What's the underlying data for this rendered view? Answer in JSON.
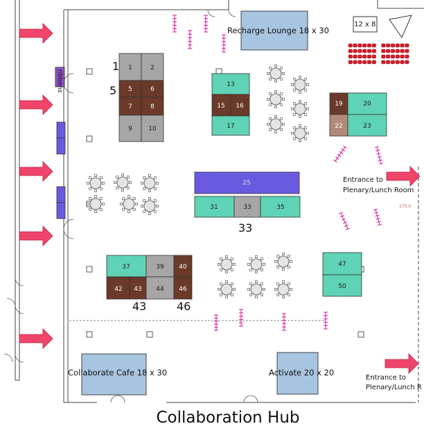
{
  "title": "Collaboration Hub",
  "colors": {
    "teal": "#5fd3b6",
    "brown": "#6b3a2a",
    "gray": "#a6a6a6",
    "purple": "#6a5ae0",
    "blue": "#a7c4e0",
    "arrow": "#f0456b",
    "stanchion": "#d63ba6",
    "seat": "#d61c2a"
  },
  "areas": {
    "recharge": "Recharge Lounge 18 x 30",
    "cafe": "Collaborate Cafe 18 x 30",
    "activate": "Activate 20 x 20",
    "stage": "12 x 8",
    "ribbons": "ribbons",
    "entrance_1": [
      "Entrance to",
      "Plenary/Lunch Room"
    ],
    "entrance_2": [
      "Entrance to",
      "Plenary/Lunch R"
    ],
    "small_note": "175.0"
  },
  "labels": {
    "n1": "1",
    "n5": "5",
    "n33": "33",
    "n43": "43",
    "n46": "46"
  },
  "booths": {
    "b1": "1",
    "b2": "2",
    "b5": "5",
    "b6": "6",
    "b7": "7",
    "b8": "8",
    "b9": "9",
    "b10": "10",
    "b13": "13",
    "b15": "15",
    "b16": "16",
    "b17": "17",
    "b19": "19",
    "b20": "20",
    "b22": "22",
    "b23": "23",
    "b25": "25",
    "b31": "31",
    "b33": "33",
    "b35": "35",
    "b37": "37",
    "b39": "39",
    "b40": "40",
    "b42": "42",
    "b43": "43",
    "b44": "44",
    "b46": "46",
    "b47": "47",
    "b50": "50"
  }
}
